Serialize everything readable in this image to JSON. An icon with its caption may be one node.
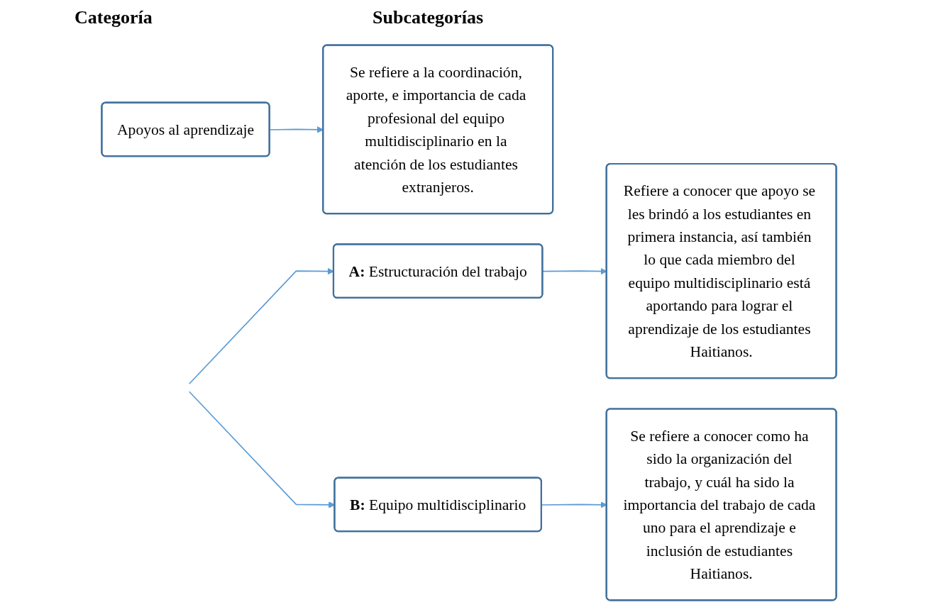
{
  "diagram": {
    "nodes": [
      {
        "text": [
          "Apoyos al aprendizaje"
        ]
      },
      {
        "text": [
          "Se refiere a la coordinación, aporte, e importancia de cada profesional del equipo multidisciplinario en la atención de los estudiantes extranjeros."
        ]
      },
      {
        "text": [
          "**A:** Estructuración del trabajo"
        ]
      },
      {
        "text": [
          "**B:** Equipo multidisciplinario"
        ]
      },
      {
        "text": [
          "Refiere a conocer que apoyo se les brindó a los estudiantes en primera instancia, así también lo que cada miembro del equipo multidisciplinario está aportando para lograr el aprendizaje de los estudiantes Haitianos."
        ]
      },
      {
        "text": [
          "Se refiere a conocer como ha sido la organización del trabajo, y cuál ha sido la importancia del trabajo de cada uno para el aprendizaje e inclusión de estudiantes Haitianos."
        ]
      }
    ],
    "edges": [
      {
        "from": 0,
        "to": 1,
        "arrow": "to"
      },
      {
        "from": null,
        "to": 2,
        "arrow": "to"
      },
      {
        "from": null,
        "to": 3,
        "arrow": "to"
      },
      {
        "from": 2,
        "to": 4,
        "arrow": "to"
      },
      {
        "from": 3,
        "to": 5,
        "arrow": "to"
      }
    ],
    "labels": [
      "Categoría",
      "Subcategorías"
    ]
  }
}
